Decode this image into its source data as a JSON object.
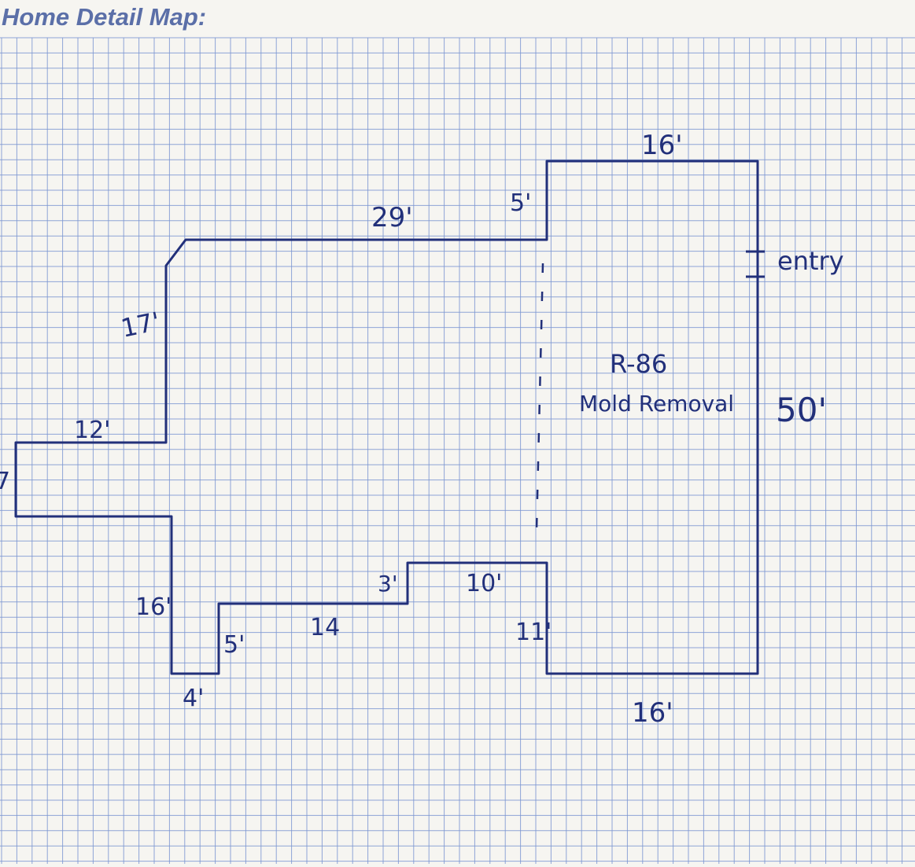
{
  "header": {
    "title": "Home Detail Map:"
  },
  "colors": {
    "paper": "#f6f5f1",
    "grid": "#7d97d2",
    "ink": "#22307a",
    "heading": "#5b6fa8"
  },
  "plan": {
    "labels": {
      "top_right": "16'",
      "top_step": "5'",
      "top_long": "29'",
      "left_upper": "17'",
      "left_notch_top": "12'",
      "left_notch_side": "7",
      "left_lower": "16'",
      "bottom_small": "4'",
      "bottom_step_side": "5'",
      "bottom_run": "14",
      "bottom_step_top": "3'",
      "bottom_mid": "10'",
      "right_step": "11'",
      "bottom_right": "16'",
      "right_side": "50'"
    },
    "area_code": "R-86",
    "area_note": "Mold Removal",
    "entry_label": "entry"
  }
}
